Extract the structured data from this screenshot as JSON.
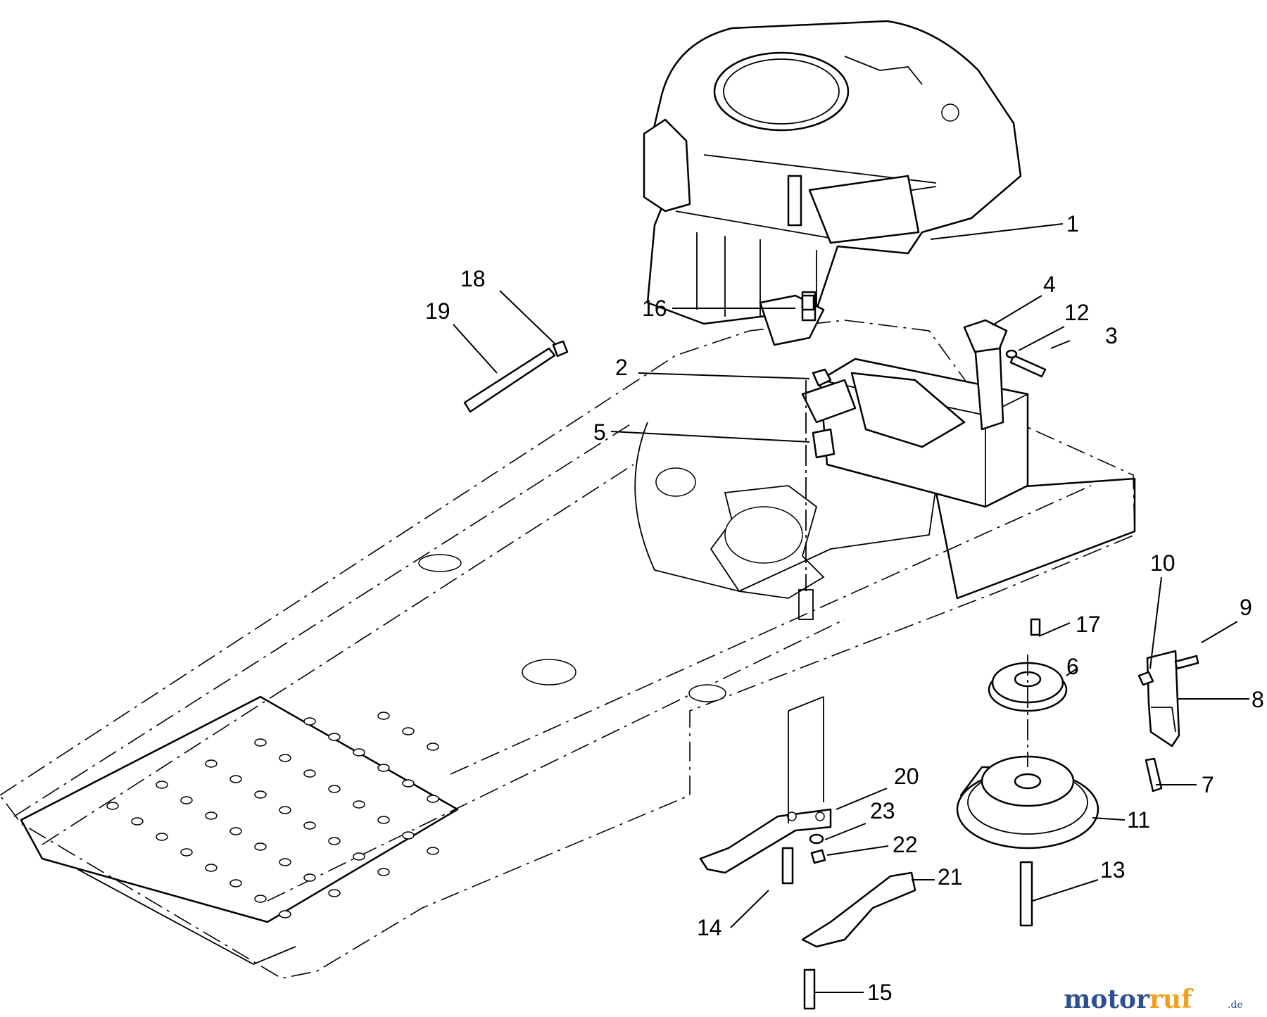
{
  "callouts": [
    "1",
    "2",
    "3",
    "4",
    "5",
    "6",
    "7",
    "8",
    "9",
    "10",
    "11",
    "12",
    "13",
    "14",
    "15",
    "16",
    "17",
    "18",
    "19",
    "20",
    "21",
    "22",
    "23"
  ],
  "watermark": {
    "part1": "motor",
    "part2": "uf",
    "suffix": ".de"
  }
}
